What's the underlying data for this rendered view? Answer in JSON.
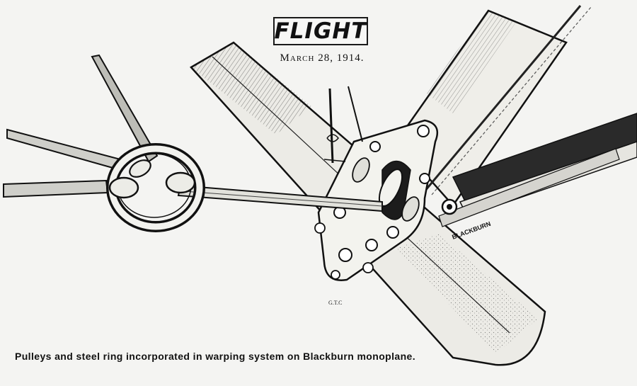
{
  "masthead": {
    "title": "FLIGHT"
  },
  "issue": {
    "date": "March 28, 1914."
  },
  "illustration": {
    "caption": "Pulleys and steel ring incorporated in warping system on Blackburn monoplane.",
    "maker_stamp": "BLACKBURN",
    "artist_initials": "G.T.C"
  },
  "colors": {
    "ink": "#111111",
    "paper": "#f4f4f2"
  }
}
